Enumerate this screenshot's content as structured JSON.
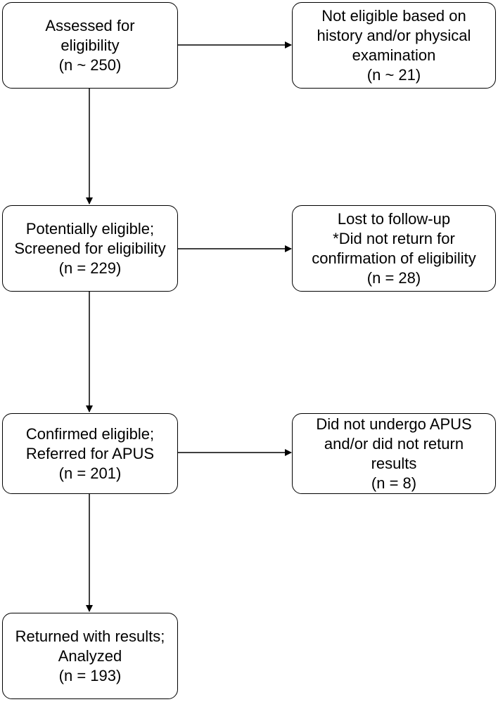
{
  "boxes": {
    "assessed": {
      "lines": [
        "Assessed for",
        "eligibility",
        "(n ~ 250)"
      ]
    },
    "not_eligible": {
      "lines": [
        "Not eligible based on",
        "history and/or physical",
        "examination",
        "(n ~ 21)"
      ]
    },
    "potentially_eligible": {
      "lines": [
        "Potentially eligible;",
        "Screened for eligibility",
        "(n = 229)"
      ]
    },
    "lost_follow_up": {
      "lines": [
        "Lost to follow-up",
        "*Did not return for",
        "confirmation of eligibility",
        "(n = 28)"
      ]
    },
    "confirmed_eligible": {
      "lines": [
        "Confirmed eligible;",
        "Referred for APUS",
        "(n = 201)"
      ]
    },
    "did_not_undergo": {
      "lines": [
        "Did not undergo APUS",
        "and/or did not return",
        "results",
        "(n = 8)"
      ]
    },
    "returned": {
      "lines": [
        "Returned with results;",
        "Analyzed",
        "(n = 193)"
      ]
    }
  }
}
